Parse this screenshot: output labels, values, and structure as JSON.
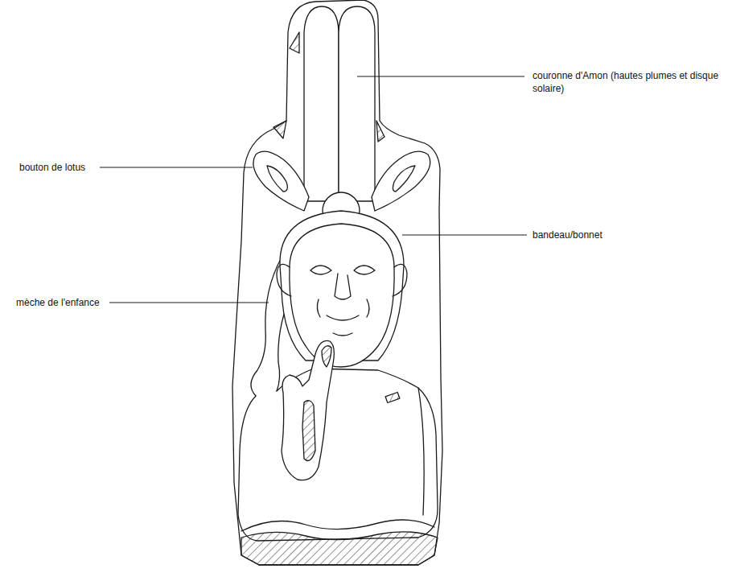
{
  "diagram": {
    "labels": [
      "couronne d'Amon (hautes plumes et disque solaire)",
      "bouton de lotus",
      "bandeau/bonnet",
      "mèche de l'enfance"
    ]
  }
}
